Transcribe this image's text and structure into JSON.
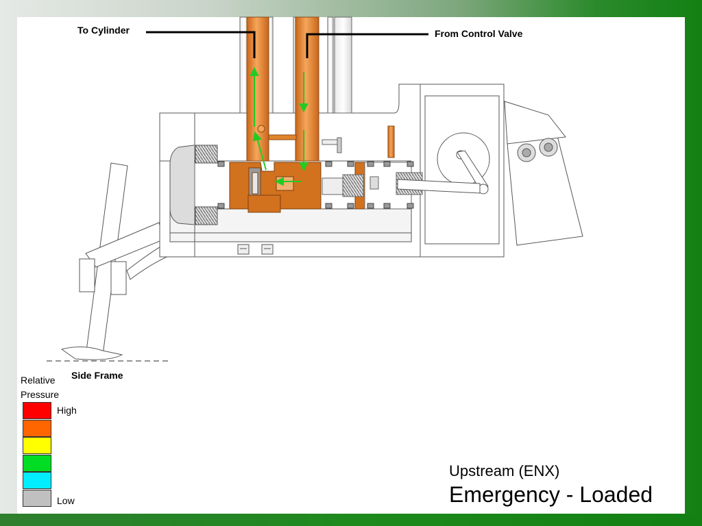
{
  "labels": {
    "to_cylinder": "To Cylinder",
    "from_control_valve": "From Control Valve",
    "side_frame": "Side Frame"
  },
  "legend": {
    "title_line1": "Relative",
    "title_line2": "Pressure",
    "high": "High",
    "low": "Low",
    "colors": [
      "#ff0000",
      "#ff6600",
      "#ffff00",
      "#00dd22",
      "#00eeff",
      "#c0c0c0"
    ]
  },
  "slide": {
    "subtitle": "Upstream (ENX)",
    "title": "Emergency - Loaded"
  },
  "theme": {
    "pipe_orange": "#e0832a",
    "piston_orange": "#d2711e",
    "flow_arrow": "#22cc22"
  }
}
